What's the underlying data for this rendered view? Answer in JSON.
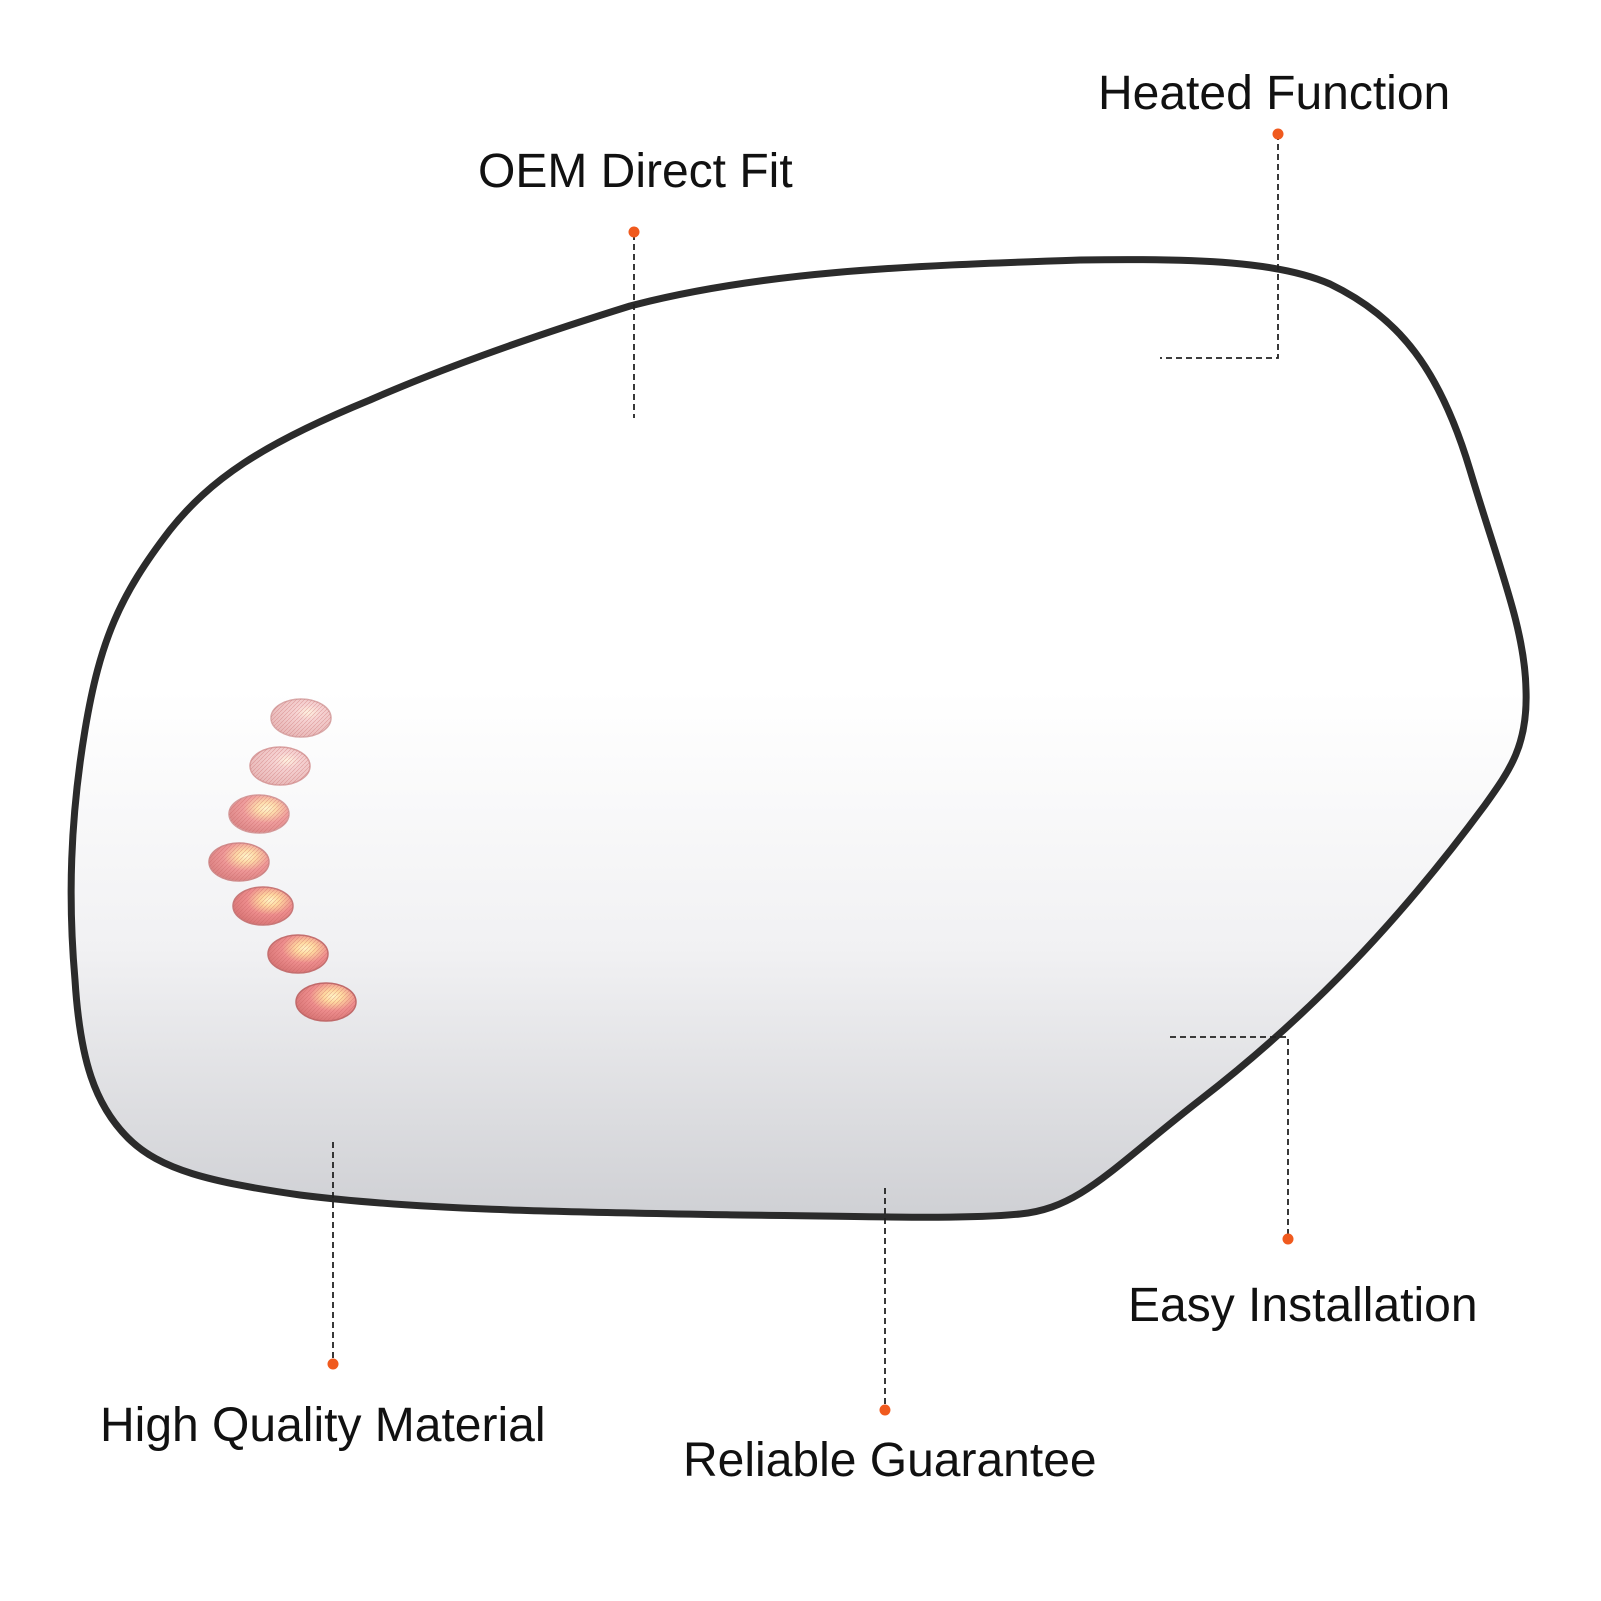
{
  "features": {
    "heated_function": "Heated Function",
    "oem_direct_fit": "OEM Direct Fit",
    "easy_installation": "Easy Installation",
    "high_quality_material": "High Quality Material",
    "reliable_guarantee": "Reliable Guarantee"
  },
  "colors": {
    "marker": "#f05a1e",
    "outline": "#2b2b2b",
    "leader_line": "#222222",
    "turn_signal": "#e87878"
  },
  "icons": {
    "product": "side-mirror-glass-with-turn-signal-icon"
  }
}
